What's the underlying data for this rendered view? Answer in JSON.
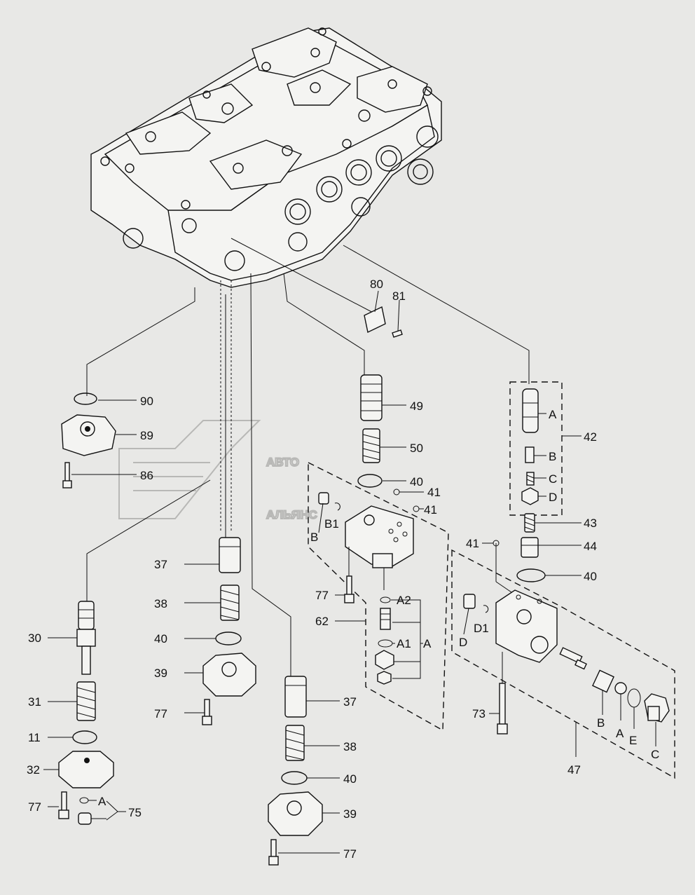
{
  "watermark": {
    "line1": "АВТО",
    "line2": "АЛЬЯНС"
  },
  "labels": {
    "l80": "80",
    "l81": "81",
    "l90": "90",
    "l89": "89",
    "l86": "86",
    "l49": "49",
    "l50": "50",
    "l40a": "40",
    "l41a": "41",
    "l41b": "41",
    "lB1": "B1",
    "lB": "B",
    "l42": "42",
    "l42A": "A",
    "l42B": "B",
    "l42C": "C",
    "l42D": "D",
    "l43": "43",
    "l44": "44",
    "l41c": "41",
    "l40b": "40",
    "l37a": "37",
    "l38a": "38",
    "l40c": "40",
    "l39a": "39",
    "l77a": "77",
    "l30": "30",
    "l31": "31",
    "l11": "11",
    "l32": "32",
    "l77b": "77",
    "l75A": "A",
    "l75": "75",
    "l77c": "77",
    "l62": "62",
    "lA2": "A2",
    "lA1": "A1",
    "lA": "A",
    "l37b": "37",
    "l38b": "38",
    "l40d": "40",
    "l39b": "39",
    "l77d": "77",
    "lD": "D",
    "lD1": "D1",
    "l73": "73",
    "l47B": "B",
    "l47A": "A",
    "l47E": "E",
    "l47C": "C",
    "l47": "47"
  }
}
